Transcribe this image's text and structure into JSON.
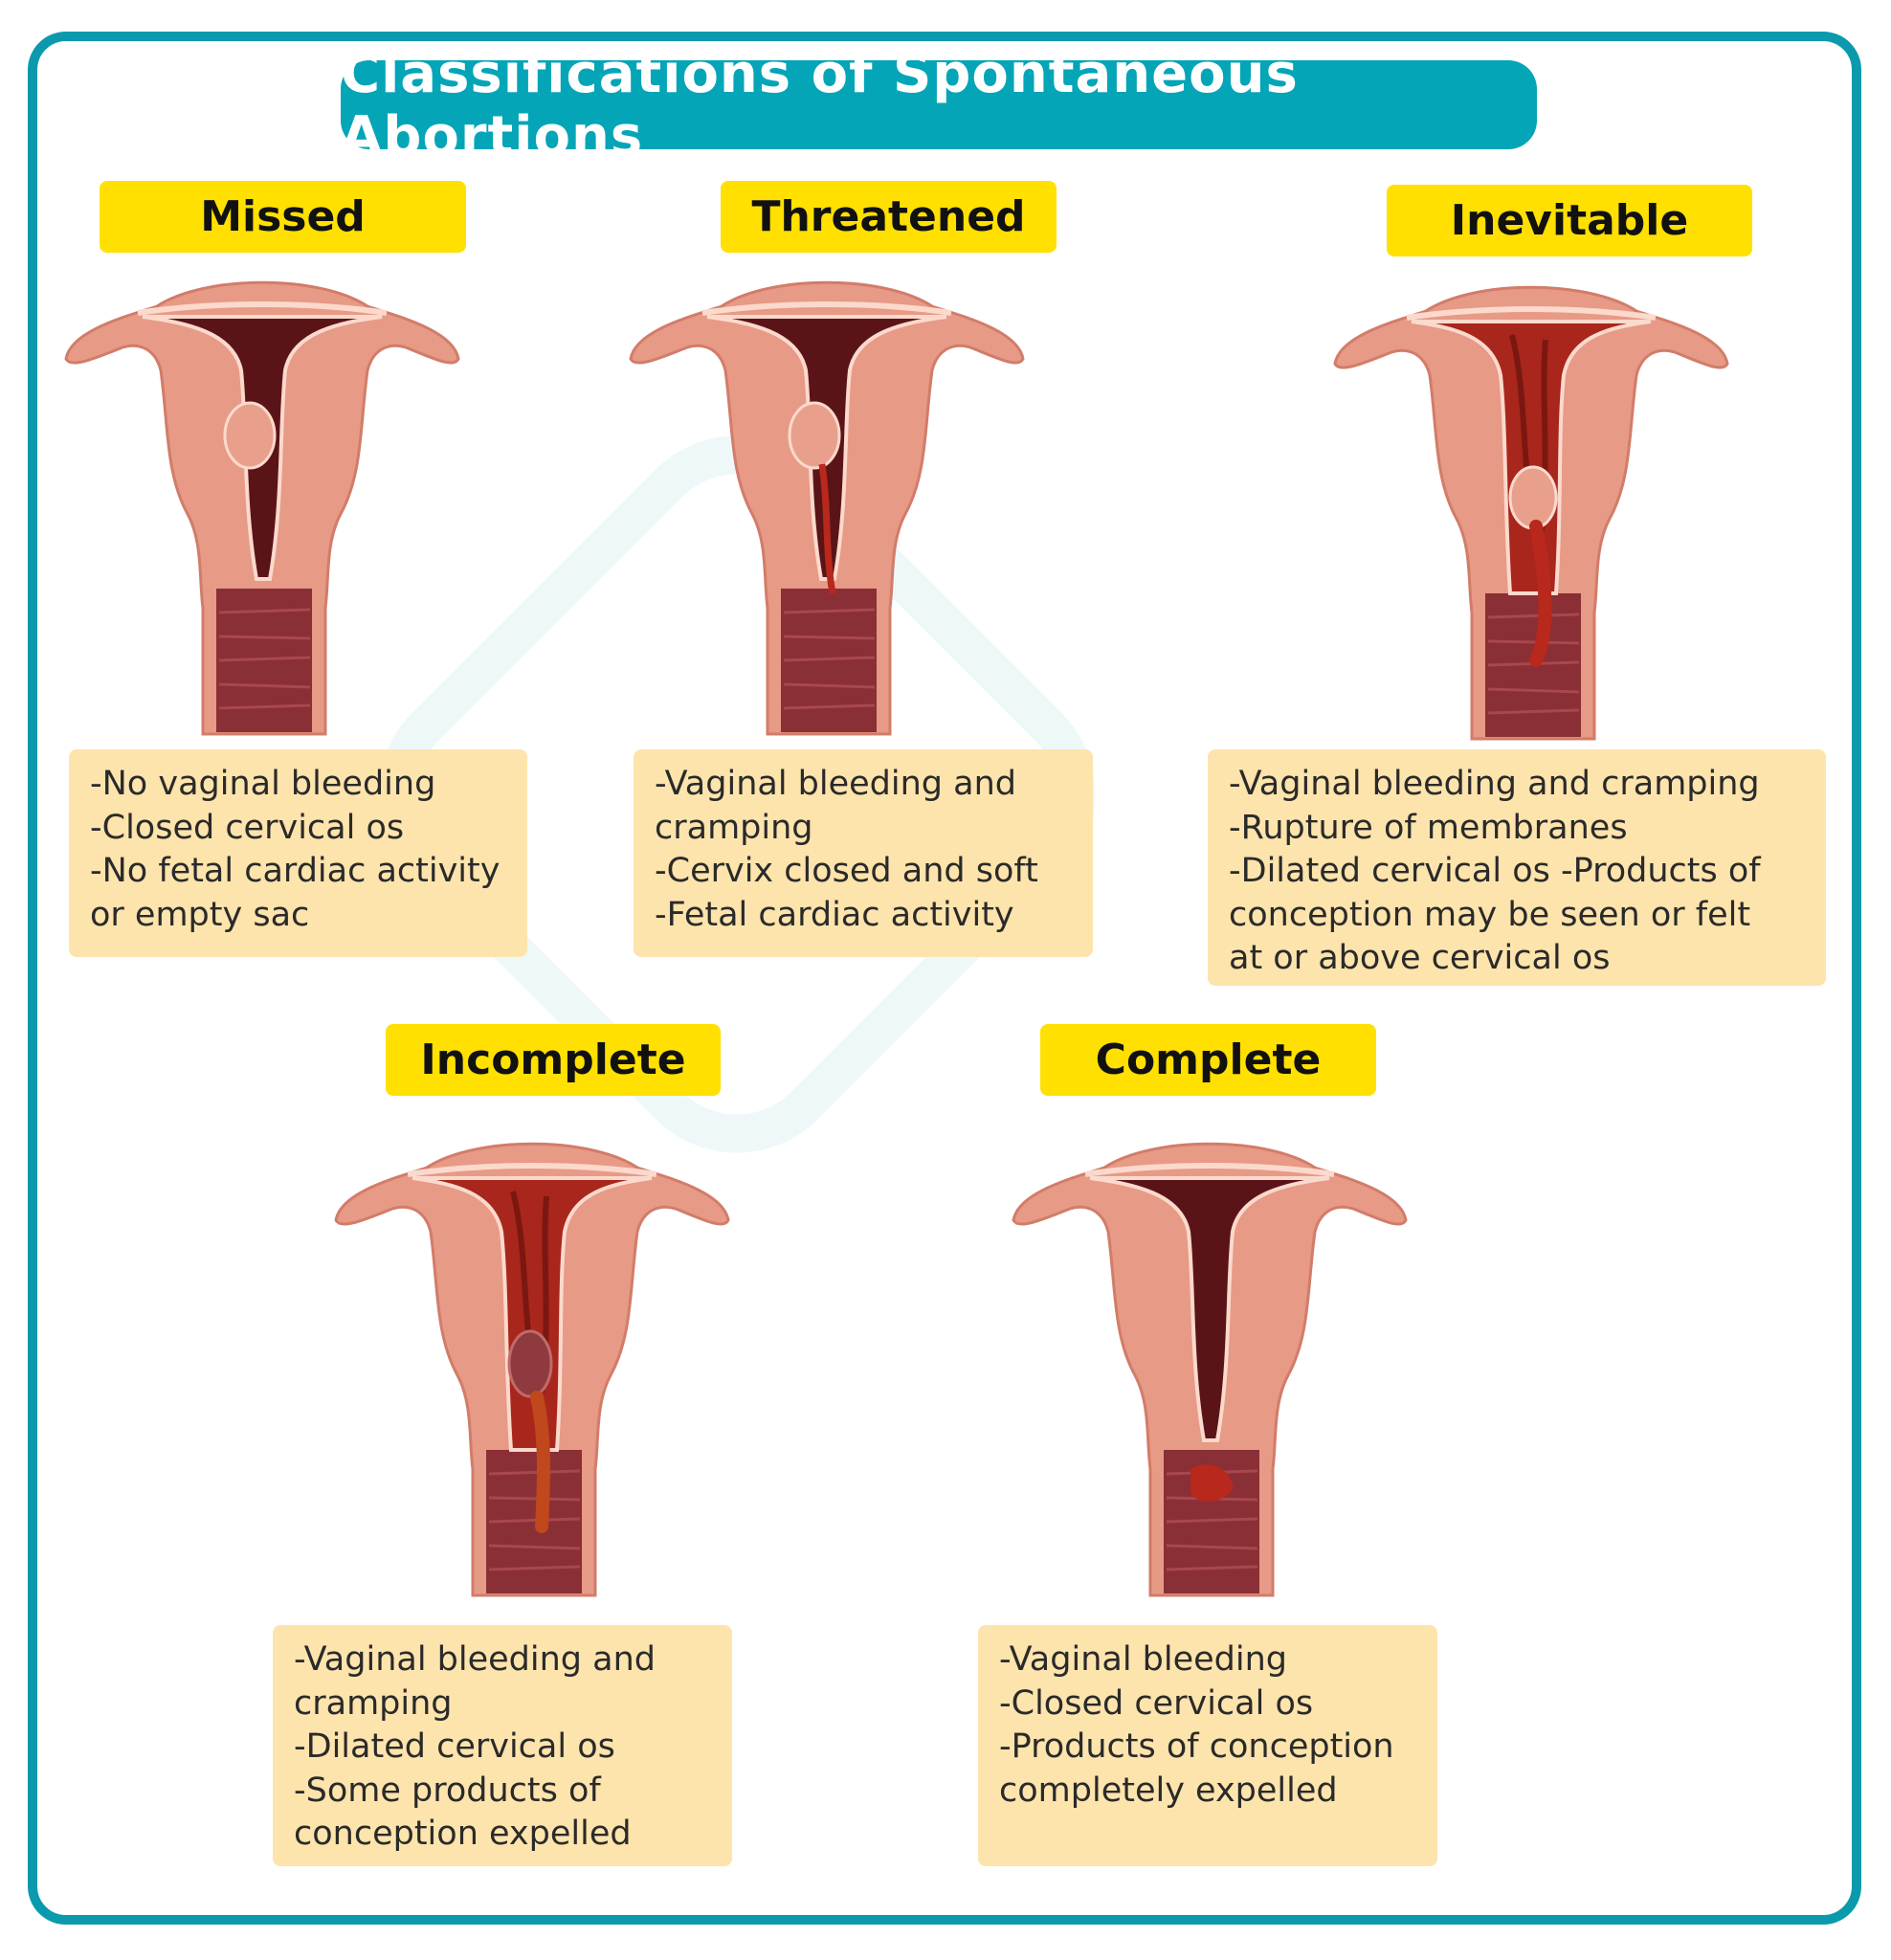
{
  "title": "Classifications of Spontaneous Abortions",
  "types": [
    {
      "label": "Missed",
      "lines": [
        "-No vaginal bleeding",
        "-Closed cervical os",
        "-No fetal cardiac activity",
        "or empty sac"
      ]
    },
    {
      "label": "Threatened",
      "lines": [
        "-Vaginal bleeding and",
        "cramping",
        "-Cervix closed and soft",
        "-Fetal cardiac activity"
      ]
    },
    {
      "label": "Inevitable",
      "lines": [
        "-Vaginal bleeding and cramping",
        "-Rupture of membranes",
        "-Dilated cervical os -Products of",
        "conception may be seen or felt",
        "at or above cervical os"
      ]
    },
    {
      "label": "Incomplete",
      "lines": [
        "-Vaginal bleeding and",
        "cramping",
        "-Dilated cervical os",
        "-Some products of",
        "conception expelled"
      ]
    },
    {
      "label": "Complete",
      "lines": [
        "-Vaginal bleeding",
        "-Closed cervical os",
        "-Products of conception",
        "completely expelled"
      ]
    }
  ],
  "colors": {
    "frame": "#0b9aad",
    "title_bg": "#05a5b8",
    "label_bg": "#ffe000",
    "box_bg": "#fde4ac",
    "tissue": "#e79a86",
    "cavity": "#5a1418",
    "blood": "#b8281c"
  }
}
